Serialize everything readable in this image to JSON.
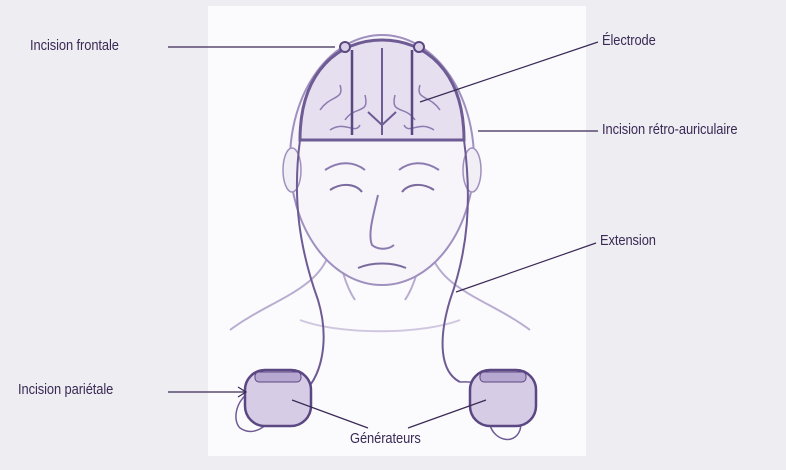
{
  "labels": {
    "incision_frontale": "Incision frontale",
    "electrode": "Électrode",
    "incision_retro_auriculaire": "Incision rétro-auriculaire",
    "extension": "Extension",
    "incision_parietale": "Incision pariétale",
    "generateurs": "Générateurs"
  },
  "colors": {
    "background": "#eeedf2",
    "panel": "#fbfafd",
    "illustration": "#6e5b94",
    "text": "#3a2a55"
  }
}
